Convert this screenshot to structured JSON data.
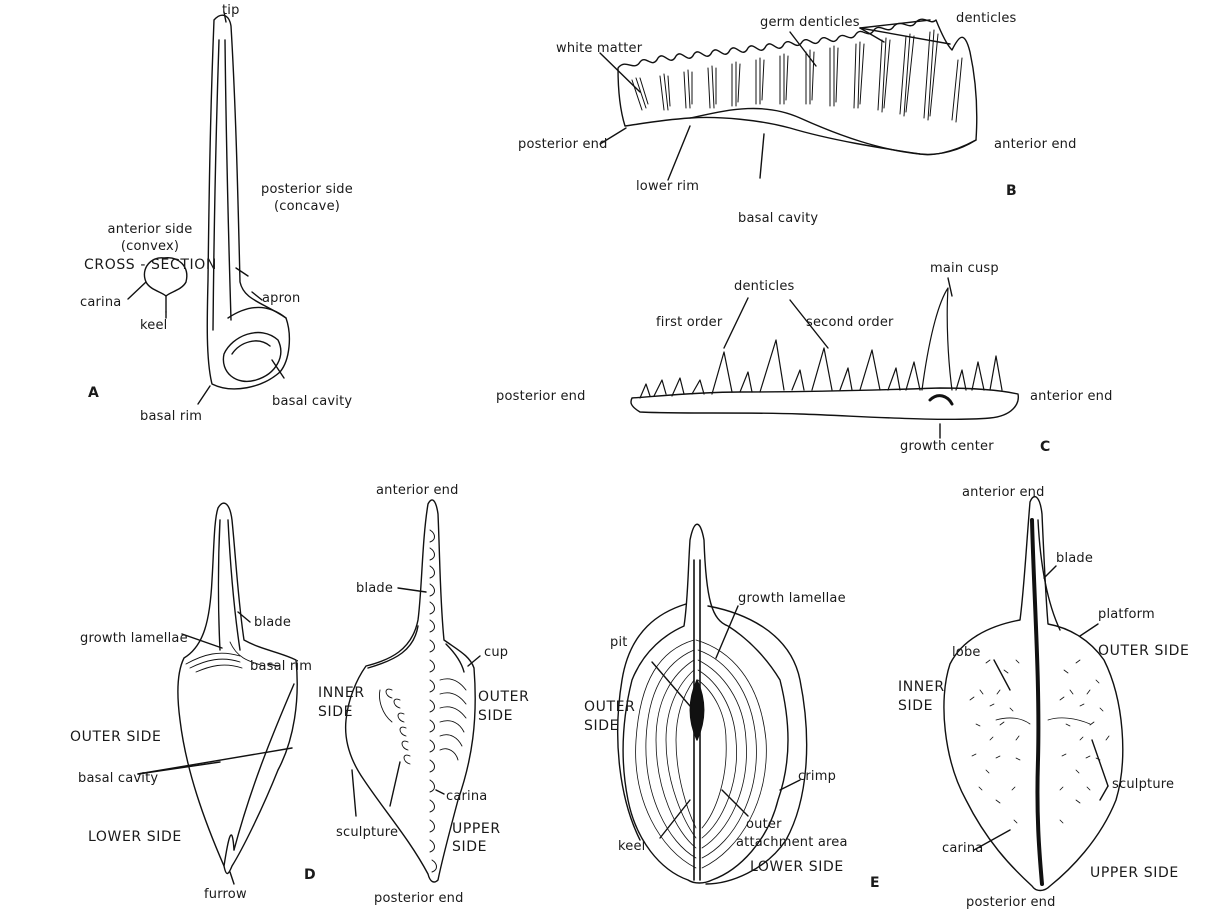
{
  "figure_a": {
    "tip": "tip",
    "anterior_side": "anterior side",
    "anterior_convex": "(convex)",
    "cross_section": "CROSS - SECTION",
    "posterior_side": "posterior side",
    "posterior_concave": "(concave)",
    "carina": "carina",
    "keel": "keel",
    "apron": "apron",
    "basal_cavity": "basal cavity",
    "basal_rim": "basal rim",
    "letter": "A"
  },
  "figure_b": {
    "germ_denticles": "germ denticles",
    "denticles": "denticles",
    "white_matter": "white matter",
    "posterior_end": "posterior end",
    "anterior_end": "anterior end",
    "lower_rim": "lower rim",
    "basal_cavity": "basal cavity",
    "letter": "B"
  },
  "figure_c": {
    "main_cusp": "main cusp",
    "denticles": "denticles",
    "first_order": "first order",
    "second_order": "second order",
    "posterior_end": "posterior end",
    "anterior_end": "anterior end",
    "growth_center": "growth center",
    "letter": "C"
  },
  "figure_d": {
    "anterior_end": "anterior end",
    "blade_left": "blade",
    "blade_right": "blade",
    "growth_lamellae": "growth lamellae",
    "basal_rim": "basal rim",
    "inner_side_1": "INNER",
    "inner_side_2": "SIDE",
    "outer_side_left": "OUTER SIDE",
    "cup": "cup",
    "outer_side_right_1": "OUTER",
    "outer_side_right_2": "SIDE",
    "basal_cavity": "basal cavity",
    "carina": "carina",
    "sculpture": "sculpture",
    "lower_side": "LOWER SIDE",
    "upper_side_1": "UPPER",
    "upper_side_2": "SIDE",
    "furrow": "furrow",
    "posterior_end": "posterior end",
    "letter": "D"
  },
  "figure_e": {
    "pit": "pit",
    "growth_lamellae": "growth lamellae",
    "outer_side_1": "OUTER",
    "outer_side_2": "SIDE",
    "crimp": "crimp",
    "keel": "keel",
    "outer_attachment_1": "outer",
    "outer_attachment_2": "attachment area",
    "lower_side": "LOWER SIDE",
    "anterior_end": "anterior end",
    "blade": "blade",
    "platform": "platform",
    "lobe": "lobe",
    "outer_side_right": "OUTER SIDE",
    "inner_side_1": "INNER",
    "inner_side_2": "SIDE",
    "sculpture": "sculpture",
    "carina": "carina",
    "upper_side": "UPPER SIDE",
    "posterior_end": "posterior end",
    "letter": "E"
  }
}
